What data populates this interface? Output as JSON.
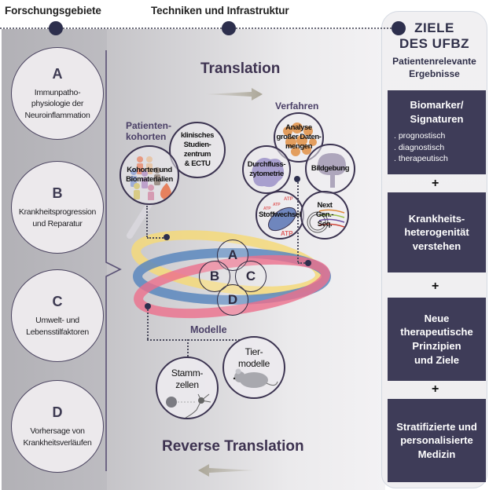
{
  "header": {
    "research_areas_title": "Forschungsgebiete",
    "techniques_title": "Techniken und Infrastruktur"
  },
  "research_areas": [
    {
      "letter": "A",
      "lines": [
        "Immunpatho-",
        "physiologie der",
        "Neuroinflammation"
      ]
    },
    {
      "letter": "B",
      "lines": [
        "Krankheitsprogression",
        "und Reparatur"
      ]
    },
    {
      "letter": "C",
      "lines": [
        "Umwelt- und",
        "Lebensstilfaktoren"
      ]
    },
    {
      "letter": "D",
      "lines": [
        "Vorhersage von",
        "Krankheitsverläufen"
      ]
    }
  ],
  "center": {
    "translation": "Translation",
    "reverse_translation": "Reverse Translation",
    "patient_cohorts": {
      "heading_lines": [
        "Patienten-",
        "kohorten"
      ],
      "circles": [
        {
          "lines": [
            "klinisches",
            "Studien-",
            "zentrum",
            "& ECTU"
          ]
        },
        {
          "lines": [
            "Kohorten und",
            "Biomaterialien"
          ]
        }
      ]
    },
    "methods": {
      "heading": "Verfahren",
      "circles": [
        {
          "lines": [
            "Analyse",
            "großer Daten-",
            "mengen"
          ]
        },
        {
          "lines": [
            "Durchfluss-",
            "zytometrie"
          ]
        },
        {
          "lines": [
            "Bildgebung"
          ]
        },
        {
          "lines": [
            "Stoffwechsel"
          ]
        },
        {
          "lines": [
            "Next",
            "Gen.-",
            "Seq."
          ]
        }
      ],
      "atp_labels": [
        "ATP",
        "ATP",
        "ATP",
        "ATP"
      ]
    },
    "core_letters": [
      "A",
      "B",
      "C",
      "D"
    ],
    "models": {
      "heading": "Modelle",
      "circles": [
        {
          "lines": [
            "Stamm-",
            "zellen"
          ]
        },
        {
          "lines": [
            "Tier-",
            "modelle"
          ]
        }
      ]
    },
    "ring_colors": {
      "yellow": "#f5d97a",
      "blue": "#5b87bd",
      "pink": "#ec6f8c"
    }
  },
  "goals": {
    "title_lines": [
      "ZIELE",
      "DES UFBZ"
    ],
    "subtitle_lines": [
      "Patientenrelevante",
      "Ergebnisse"
    ],
    "boxes": [
      {
        "title_lines": [
          "Biomarker/",
          "Signaturen"
        ],
        "list": [
          ". prognostisch",
          ". diagnostisch",
          ". therapeutisch"
        ]
      },
      {
        "title_lines": [
          "Krankheits-",
          "heterogenität",
          "verstehen"
        ]
      },
      {
        "title_lines": [
          "Neue",
          "therapeutische",
          "Prinzipien",
          "und Ziele"
        ]
      },
      {
        "title_lines": [
          "Stratifizierte und",
          "personalisierte",
          "Medizin"
        ]
      }
    ],
    "separator": "+",
    "box_color": "#3e3c58"
  }
}
